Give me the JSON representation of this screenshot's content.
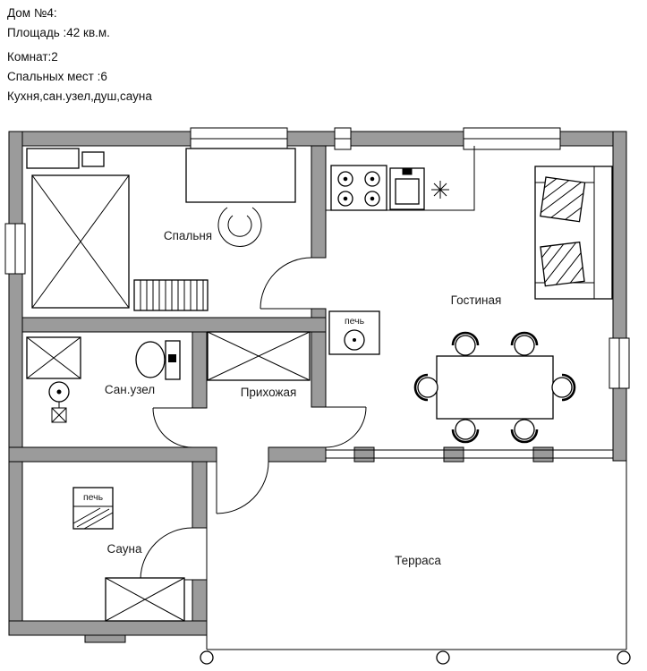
{
  "header": {
    "house": "Дом №4:",
    "area": "Площадь :42 кв.м.",
    "rooms": "Комнат:2",
    "sleeping_places": "Спальных мест :6",
    "amenities": "Кухня,сан.узел,душ,сауна"
  },
  "labels": {
    "bedroom": "Спальня",
    "living_room": "Гостиная",
    "bathroom": "Сан.узел",
    "hallway": "Прихожая",
    "sauna": "Сауна",
    "terrace": "Терраса",
    "stove_living": "печь",
    "stove_sauna": "печь"
  },
  "colors": {
    "wall_fill": "#9b9b9b",
    "line": "#000000",
    "background": "#ffffff"
  }
}
